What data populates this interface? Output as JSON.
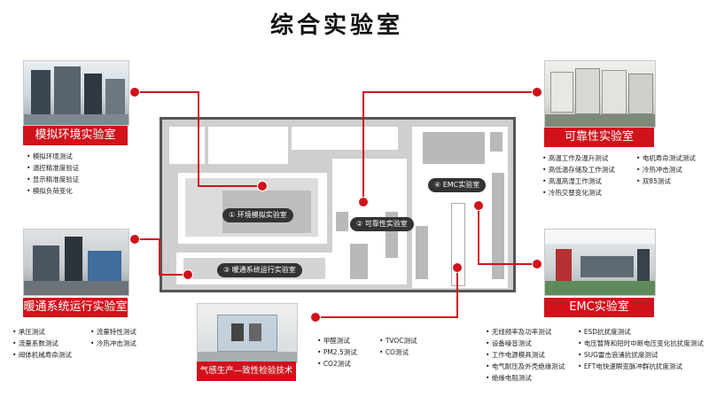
{
  "title": "综合实验室",
  "labs": {
    "env": {
      "label": "模拟环境实验室",
      "items": [
        "模拟环境测试",
        "温控精准度验证",
        "显示精准度验证",
        "模拟负荷变化"
      ]
    },
    "hvac": {
      "label": "暖通系统运行实验室",
      "col1": [
        "承压测试",
        "流量系数测试",
        "阀体机械寿命测试"
      ],
      "col2": [
        "流量特性测试",
        "冷热冲击测试"
      ]
    },
    "gas": {
      "label": "气感生产—致性检验技术",
      "col1": [
        "甲醛测试",
        "PM2.5测试",
        "CO2测试"
      ],
      "col2": [
        "TVOC测试",
        "CO测试"
      ]
    },
    "reliability": {
      "label": "可靠性实验室",
      "col1": [
        "高温工作及温升测试",
        "高低温存储及工作测试",
        "高温高湿工作测试",
        "冷热交替变化测试"
      ],
      "col2": [
        "电机寿命测试测试",
        "冷热冲击测试",
        "双85测试"
      ]
    },
    "emc": {
      "label": "EMC实验室",
      "col1": [
        "无线频率及功率测试",
        "设备噪音测试",
        "工作电源模具测试",
        "电气耐压及外壳绝缘测试",
        "绝缘电阻测试"
      ],
      "col2": [
        "ESD抗扰度测试",
        "电压暂降和短时中断电压变化抗扰度测试",
        "SUG雷击浪涌抗扰度测试",
        "EFT电快速瞬变脉冲群抗扰度测试"
      ]
    }
  },
  "floorplan": {
    "room1": "① 环境模拟实验室",
    "room2": "② 可靠性实验室",
    "room3": "③ 暖通系统运行实验室",
    "room4": "④ EMC实验室"
  },
  "colors": {
    "accent": "#d1121b",
    "floor": "#cfcfcf",
    "wall": "#555555",
    "pill": "#333333"
  }
}
